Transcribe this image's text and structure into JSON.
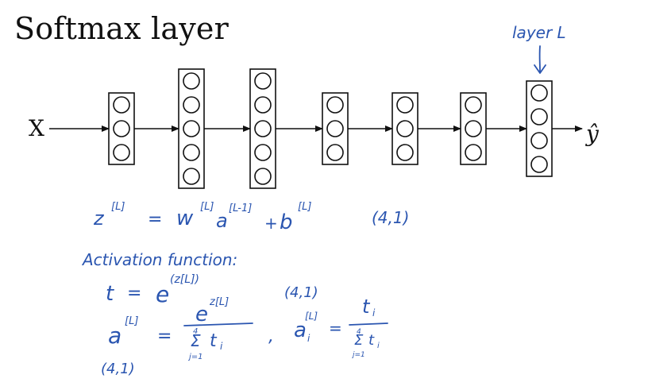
{
  "title": "Softmax layer",
  "input_label": "X",
  "output_label": "ŷ",
  "layers": [
    3,
    5,
    5,
    3,
    3,
    3,
    4
  ],
  "annotations": {
    "layer_label": "layer L",
    "linear_eq": "z[L] = w[L] a[L-1] + b[L]",
    "z_shape": "(4,1)",
    "activation_heading": "Activation function:",
    "t_def": "t = e^(z[L])",
    "t_shape": "(4,1)",
    "a_def": "a[L] = e^(z[L]) / Σ(j=1..4) t_i",
    "a_i_def": "a_i[L] = t_i / Σ(j=1..4) t_i",
    "a_shape": "(4,1)"
  },
  "colors": {
    "ink": "#111111",
    "pen": "#2a55b0"
  }
}
